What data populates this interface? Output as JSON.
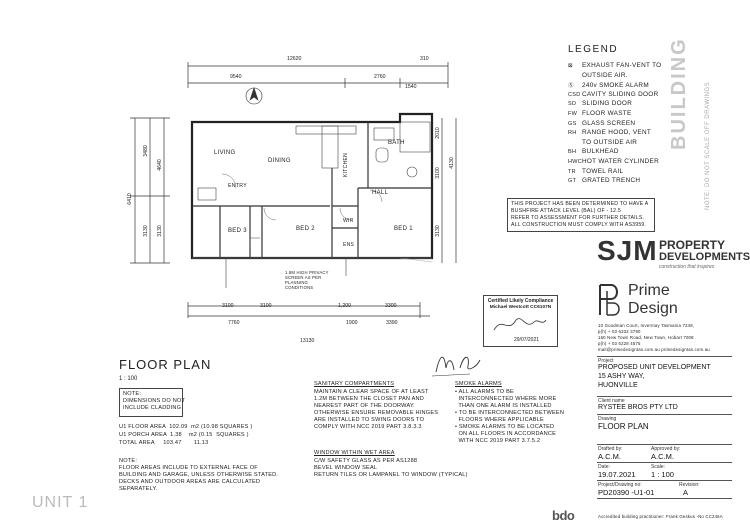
{
  "plan": {
    "title": "FLOOR PLAN",
    "scale": "1 : 100",
    "unit_label": "UNIT 1",
    "dims_top": [
      "12620",
      "9540",
      "2760",
      "310",
      "1540"
    ],
    "dims_bottom": [
      "7760",
      "1900",
      "3390",
      "13130",
      "3100",
      "3100",
      "1,200",
      "3300"
    ],
    "dims_left": [
      "3480",
      "4640",
      "6410",
      "3130",
      "3130"
    ],
    "dims_right": [
      "2010",
      "3100",
      "4130",
      "3130"
    ],
    "rooms": {
      "living": "LIVING",
      "dining": "DINING",
      "kitchen": "KITCHEN",
      "bath": "BATH",
      "hall": "HALL",
      "entry": "ENTRY",
      "bed3": "BED 3",
      "bed2": "BED 2",
      "bed1": "BED 1",
      "wir": "WIR",
      "ens": "ENS"
    },
    "privacy_note": "1.8M HIGH PRIVACY SCREEN AS PER PLANNING CONDITIONS"
  },
  "notes": {
    "dimensions": [
      "NOTE:",
      "DIMENSIONS DO NOT",
      "INCLUDE CLADDING"
    ],
    "areas": [
      "U1 FLOOR AREA  102.09  m2 (10.98 SQUARES )",
      "U1 PORCH AREA  1.38    m2 (0.15  SQUARES )",
      "TOTAL AREA     103.47       11.13"
    ],
    "floor_note": [
      "NOTE:",
      "FLOOR AREAS INCLUDE TO EXTERNAL FACE OF",
      "BUILDING AND GARAGE, UNLESS OTHERWISE STATED.",
      "DECKS AND OUTDOOR AREAS ARE CALCULATED",
      "SEPARATELY."
    ],
    "sanitary_title": "SANITARY COMPARTMENTS",
    "sanitary": [
      "MAINTAIN A CLEAR SPACE OF AT LEAST",
      "1.2M BETWEEN THE CLOSET PAN AND",
      "NEAREST PART OF THE DOORWAY.",
      "OTHERWISE ENSURE REMOVABLE HINGES",
      "ARE INSTALLED TO SWING DOORS TO",
      "COMPLY WITH NCC 2019 PART 3.8.3.3"
    ],
    "window_title": "WINDOW WITHIN WET AREA",
    "window": [
      "C/W SAFETY GLASS AS PER AS1288",
      "BEVEL WINDOW SEAL",
      "RETURN TILES OR LAMPANEL TO WINDOW (TYPICAL)"
    ],
    "smoke_title": "SMOKE ALARMS",
    "smoke": [
      "• ALL ALARMS TO BE",
      "  INTERCONNECTED WHERE MORE",
      "  THAN ONE ALARM IS INSTALLED",
      "• TO BE INTERCONNECTED BETWEEN",
      "  FLOORS WHERE APPLICABLE",
      "• SMOKE ALARMS TO BE LOCATED",
      "  ON ALL FLOORS IN ACCORDANCE",
      "  WITH NCC 2019 PART 3.7.5.2"
    ]
  },
  "legend": {
    "title": "LEGEND",
    "items": [
      {
        "sym": "⊠",
        "text": "EXHAUST FAN-VENT TO"
      },
      {
        "sym": "",
        "text": "OUTSIDE AIR."
      },
      {
        "sym": "Ⓢ",
        "text": "240v SMOKE ALARM"
      },
      {
        "sym": "CSD",
        "text": "CAVITY SLIDING DOOR"
      },
      {
        "sym": "SD",
        "text": "SLIDING DOOR"
      },
      {
        "sym": "FW",
        "text": "FLOOR WASTE"
      },
      {
        "sym": "GS",
        "text": "GLASS SCREEN"
      },
      {
        "sym": "RH",
        "text": "RANGE HOOD, VENT"
      },
      {
        "sym": "",
        "text": "TO OUTSIDE AIR"
      },
      {
        "sym": "BH",
        "text": "BULKHEAD"
      },
      {
        "sym": "HWC",
        "text": "HOT WATER CYLINDER"
      },
      {
        "sym": "TR",
        "text": "TOWEL RAIL"
      },
      {
        "sym": "GT",
        "text": "GRATED TRENCH"
      }
    ],
    "bushfire": [
      "THIS PROJECT HAS BEEN DETERMINED TO HAVE A",
      "BUSHFIRE ATTACK LEVEL (BAL) OF - 12.5",
      "REFER TO ASSESSMENT FOR FURTHER DETAILS.",
      "ALL CONSTRUCTION MUST COMPLY WITH AS3959."
    ]
  },
  "side_label": {
    "big": "BUILDING",
    "small": "NOTE: DO NOT SCALE OFF DRAWINGS"
  },
  "sjm": {
    "name": "SJM",
    "line1": "PROPERTY",
    "line2": "DEVELOPMENTS",
    "tagline": "construction that inspires"
  },
  "stamp": {
    "title": "Certified Likely Compliance",
    "name": "Michael Westcott CC6107N",
    "date": "29/07/2021"
  },
  "prime": {
    "name1": "Prime",
    "name2": "Design",
    "addr": [
      "10 Goodman Court, Invermay Tasmania 7248,",
      "p(h) + 03 6332 3790",
      "160 New Town Road, New Town, Hobart 7008",
      "p(h) + 03 6228 4575",
      "mail@primedesigntas.com.au  primedesigntas.com.au"
    ]
  },
  "titleblock": {
    "project_label": "Project",
    "project": [
      "PROPOSED UNIT DEVELOPMENT",
      "15 ASHY WAY,",
      "HUONVILLE"
    ],
    "client_label": "Client name",
    "client": "RYSTEE BROS PTY LTD",
    "drawing_label": "Drawing",
    "drawing": "FLOOR PLAN",
    "drafted_label": "Drafted by:",
    "drafted": "A.C.M.",
    "approved_label": "Approved by:",
    "approved": "A.C.M.",
    "date_label": "Date:",
    "date": "19.07.2021",
    "scale_label": "Scale:",
    "scale": "1 : 100",
    "project_no_label": "Project/Drawing no:",
    "project_no": "PD20390 -U1-01",
    "revision_label": "Revision:",
    "revision": "A",
    "bdo": "bdo",
    "accredited": "Accredited building practitioner: Frank Geskus -No CC246A"
  }
}
